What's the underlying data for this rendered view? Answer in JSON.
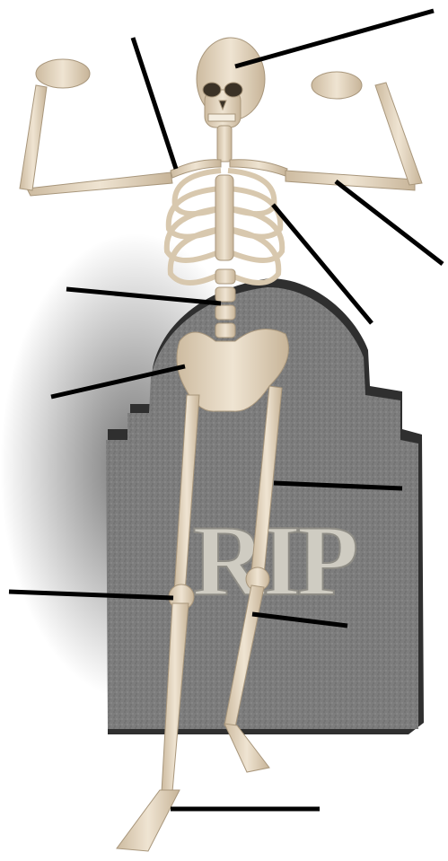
{
  "diagram": {
    "tombstone_text": "RIP",
    "label_lines": [
      {
        "id": "skull",
        "label": ""
      },
      {
        "id": "clavicle",
        "label": ""
      },
      {
        "id": "humerus",
        "label": ""
      },
      {
        "id": "ribs",
        "label": ""
      },
      {
        "id": "vertebral-column",
        "label": ""
      },
      {
        "id": "pelvis",
        "label": ""
      },
      {
        "id": "femur",
        "label": ""
      },
      {
        "id": "patella",
        "label": ""
      },
      {
        "id": "fibula",
        "label": ""
      },
      {
        "id": "ankle",
        "label": ""
      }
    ]
  },
  "colors": {
    "bone": "#e9dcc8",
    "bone_shade": "#c9b79c",
    "stone": "#7b7b7b",
    "stone_dark": "#3a3a3a",
    "rip_fill": "#c9c7be",
    "line": "#000000"
  }
}
